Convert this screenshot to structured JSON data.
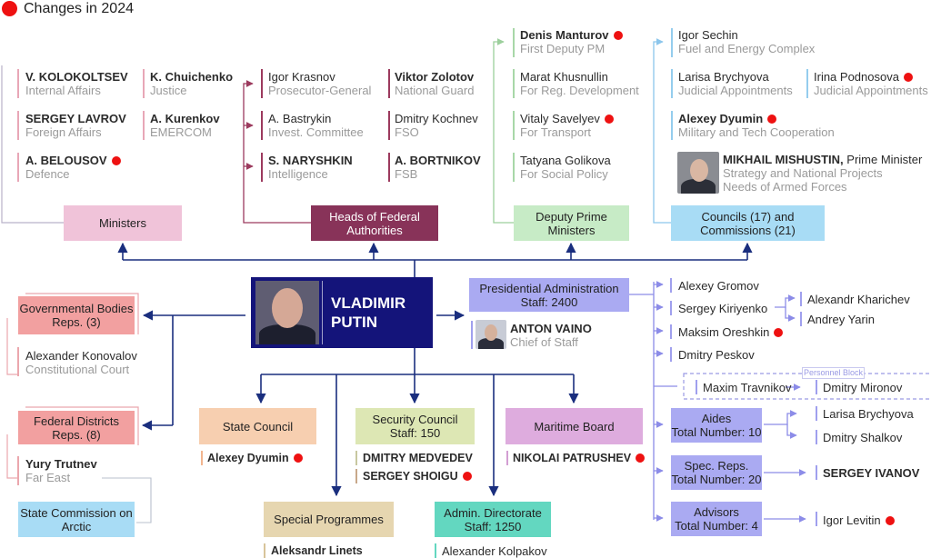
{
  "legend": {
    "label": "Changes in 2024",
    "marker_color": "#ee1111"
  },
  "colors": {
    "ministers": "#f0c3d9",
    "ministers_line": "#e8a7b7",
    "federal": "#883359",
    "federal_line": "#9c3a5e",
    "deputy": "#c7ebc6",
    "deputy_line": "#a8d7a8",
    "councils": "#a8dcf5",
    "councils_line": "#95cdee",
    "gov": "#f2a0a0",
    "gov_line": "#eba7ad",
    "admin": "#aaaaf2",
    "admin_line": "#a0a0ee",
    "putin": "#14147a",
    "state": "#f7cfb0",
    "security": "#dde7b4",
    "maritime": "#deacde",
    "special": "#e6d6b0",
    "directorate": "#63d7c0",
    "arctic": "#a8dcf5",
    "trunk": "#1a2e7e"
  },
  "head": {
    "name": "VLADIMIR PUTIN"
  },
  "top_groups": {
    "ministers": {
      "label": "Ministers"
    },
    "federal": {
      "label": "Heads of Federal Authorities"
    },
    "deputy": {
      "label": "Deputy Prime Ministers"
    },
    "councils": {
      "label": "Councils (17) and Commissions (21)"
    }
  },
  "ministers": [
    {
      "name": "V. KOLOKOLTSEV",
      "role": "Internal Affairs",
      "changed": false
    },
    {
      "name": "SERGEY LAVROV",
      "role": "Foreign Affairs",
      "changed": false
    },
    {
      "name": "A. BELOUSOV",
      "role": "Defence",
      "changed": true
    },
    {
      "name": "K. Chuichenko",
      "role": "Justice",
      "changed": false
    },
    {
      "name": "A. Kurenkov",
      "role": "EMERCOM",
      "changed": false
    }
  ],
  "federal": [
    {
      "name": "Igor Krasnov",
      "role": "Prosecutor-General",
      "changed": false
    },
    {
      "name": "A. Bastrykin",
      "role": "Invest. Committee",
      "changed": false
    },
    {
      "name": "S. NARYSHKIN",
      "role": "Intelligence",
      "changed": false
    },
    {
      "name": "Viktor Zolotov",
      "role": "National Guard",
      "changed": false
    },
    {
      "name": "Dmitry Kochnev",
      "role": "FSO",
      "changed": false
    },
    {
      "name": "A. BORTNIKOV",
      "role": "FSB",
      "changed": false
    }
  ],
  "deputy": [
    {
      "name": "Denis Manturov",
      "role": "First Deputy PM",
      "changed": true
    },
    {
      "name": "Marat Khusnullin",
      "role": "For Reg. Development",
      "changed": false
    },
    {
      "name": "Vitaly Savelyev",
      "role": "For Transport",
      "changed": true
    },
    {
      "name": "Tatyana Golikova",
      "role": "For Social Policy",
      "changed": false
    }
  ],
  "councils": [
    {
      "name": "Igor Sechin",
      "role": "Fuel and Energy Complex",
      "changed": false
    },
    {
      "name": "Larisa Brychyova",
      "role": "Judicial Appointments",
      "changed": false
    },
    {
      "name": "Irina Podnosova",
      "role": "Judicial Appointments",
      "changed": true
    },
    {
      "name": "Alexey Dyumin",
      "role": "Military and Tech Cooperation",
      "changed": true
    }
  ],
  "pm": {
    "name": "MIKHAIL MISHUSTIN,",
    "title": "Prime Minister",
    "role1": "Strategy and National Projects",
    "role2": "Needs of Armed Forces"
  },
  "left": {
    "gov_box": "Governmental Bodies Reps. (3)",
    "konovalov": {
      "name": "Alexander Konovalov",
      "role": "Constitutional Court"
    },
    "districts_box": "Federal Districts Reps. (8)",
    "trutnev": {
      "name": "Yury Trutnev",
      "role": "Far East"
    },
    "arctic_box": "State Commission on Arctic"
  },
  "bottom": {
    "state_council": {
      "label": "State Council",
      "member": "Alexey Dyumin",
      "changed": true
    },
    "security_council": {
      "label": "Security Council",
      "staff": "Staff: 150",
      "members": [
        {
          "name": "DMITRY MEDVEDEV",
          "changed": false
        },
        {
          "name": "SERGEY SHOIGU",
          "changed": true
        }
      ]
    },
    "maritime": {
      "label": "Maritime Board",
      "member": "NIKOLAI PATRUSHEV",
      "changed": true
    },
    "special": {
      "label": "Special Programmes",
      "member": "Aleksandr Linets"
    },
    "directorate": {
      "label": "Admin. Directorate",
      "staff": "Staff: 1250",
      "member": "Alexander Kolpakov"
    }
  },
  "admin": {
    "label": "Presidential Administration",
    "staff": "Staff: 2400",
    "chief": {
      "name": "ANTON VAINO",
      "role": "Chief of Staff"
    },
    "people": [
      {
        "name": "Alexey Gromov",
        "changed": false
      },
      {
        "name": "Sergey Kiriyenko",
        "changed": false
      },
      {
        "name": "Maksim Oreshkin",
        "changed": true
      },
      {
        "name": "Dmitry Peskov",
        "changed": false
      }
    ],
    "kiriyenko_subs": [
      "Alexandr Kharichev",
      "Andrey Yarin"
    ],
    "personnel_block": {
      "label": "Personnel Block",
      "left": "Maxim Travnikov",
      "right": "Dmitry Mironov"
    },
    "aides": {
      "label": "Aides",
      "total": "Total Number: 10",
      "people": [
        "Larisa Brychyova",
        "Dmitry Shalkov"
      ]
    },
    "spec_reps": {
      "label": "Spec. Reps.",
      "total": "Total Number: 20",
      "person": "SERGEY IVANOV"
    },
    "advisors": {
      "label": "Advisors",
      "total": "Total Number: 4",
      "person": "Igor Levitin",
      "changed": true
    }
  }
}
